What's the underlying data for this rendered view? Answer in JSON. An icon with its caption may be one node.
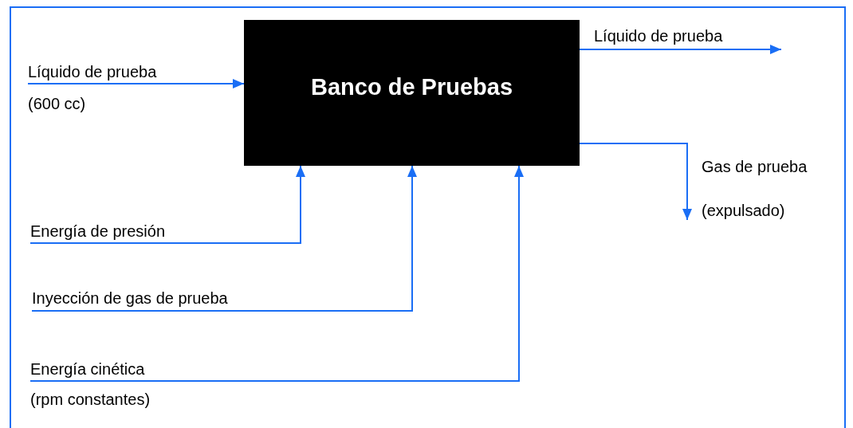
{
  "diagram": {
    "nodes": [
      {
        "text": [
          "Banco de Pruebas"
        ]
      },
      {
        "text": [
          "Líquido de prueba",
          "(600 cc)"
        ]
      },
      {
        "text": [
          "Energía de presión"
        ]
      },
      {
        "text": [
          "Inyección de gas de prueba"
        ]
      },
      {
        "text": [
          "Energía cinética",
          "(rpm constantes)"
        ]
      },
      {
        "text": [
          "Líquido de prueba"
        ]
      },
      {
        "text": [
          "Gas de prueba",
          "(expulsado)"
        ]
      }
    ],
    "edges": [
      {
        "from": 1,
        "to": 0,
        "arrow": "to"
      },
      {
        "from": 2,
        "to": 0,
        "arrow": "to"
      },
      {
        "from": 3,
        "to": 0,
        "arrow": "to"
      },
      {
        "from": 4,
        "to": 0,
        "arrow": "to"
      },
      {
        "from": 0,
        "to": 5,
        "arrow": "to"
      },
      {
        "from": 0,
        "to": 6,
        "arrow": "to"
      }
    ]
  }
}
